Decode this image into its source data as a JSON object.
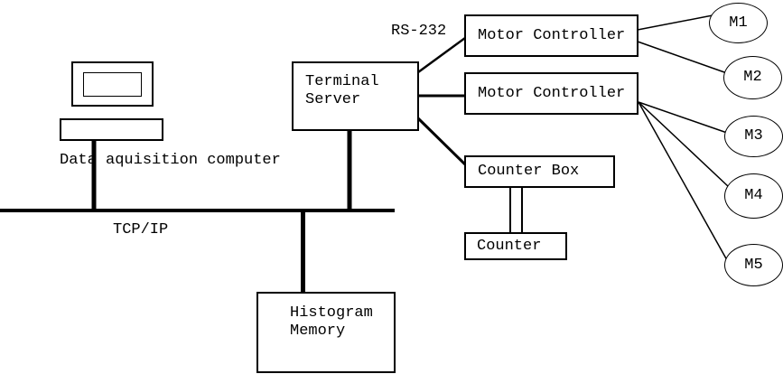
{
  "diagram": {
    "background": "#ffffff",
    "stroke_color": "#000000",
    "labels": {
      "data_acquisition_computer": "Data aquisition computer",
      "tcp_ip": "TCP/IP",
      "rs_232": "RS-232"
    },
    "nodes": {
      "terminal_server": {
        "line1": "Terminal",
        "line2": "Server"
      },
      "motor_controller_top": {
        "label": "Motor Controller"
      },
      "motor_controller_bottom": {
        "label": "Motor Controller"
      },
      "counter_box": {
        "label": "Counter Box"
      },
      "counter": {
        "label": "Counter"
      },
      "histogram_memory": {
        "line1": "Histogram",
        "line2": "Memory"
      }
    },
    "motors": [
      {
        "label": "M1"
      },
      {
        "label": "M2"
      },
      {
        "label": "M3"
      },
      {
        "label": "M4"
      },
      {
        "label": "M5"
      }
    ]
  }
}
